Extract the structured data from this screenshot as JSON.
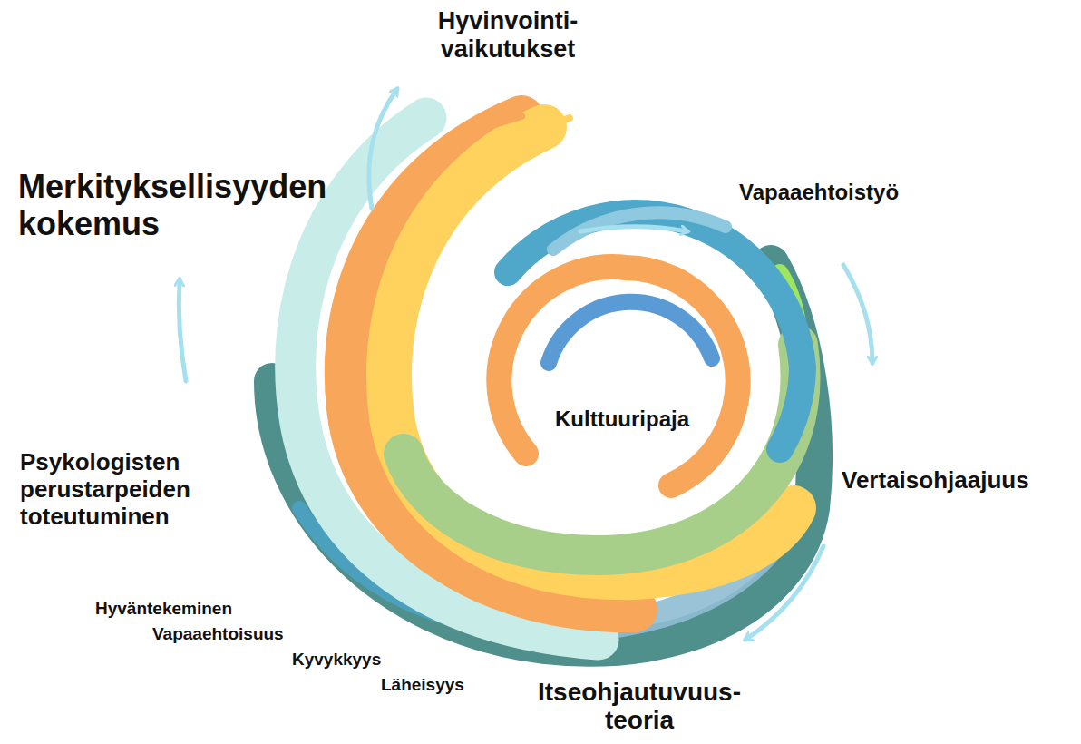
{
  "diagram": {
    "labels": [
      "Hyvinvointi- vaikutukset",
      "Merkityksellisyyden kokemus",
      "Vapaaehtoistyö",
      "Kulttuuripaja",
      "Vertaisohjaajuus",
      "Psykologisten perustarpeiden toteutuminen",
      "Hyväntekeminen",
      "Vapaaehtoisuus",
      "Kyvykkyys",
      "Läheisyys",
      "Itseohjautuvuus- teoria"
    ]
  }
}
